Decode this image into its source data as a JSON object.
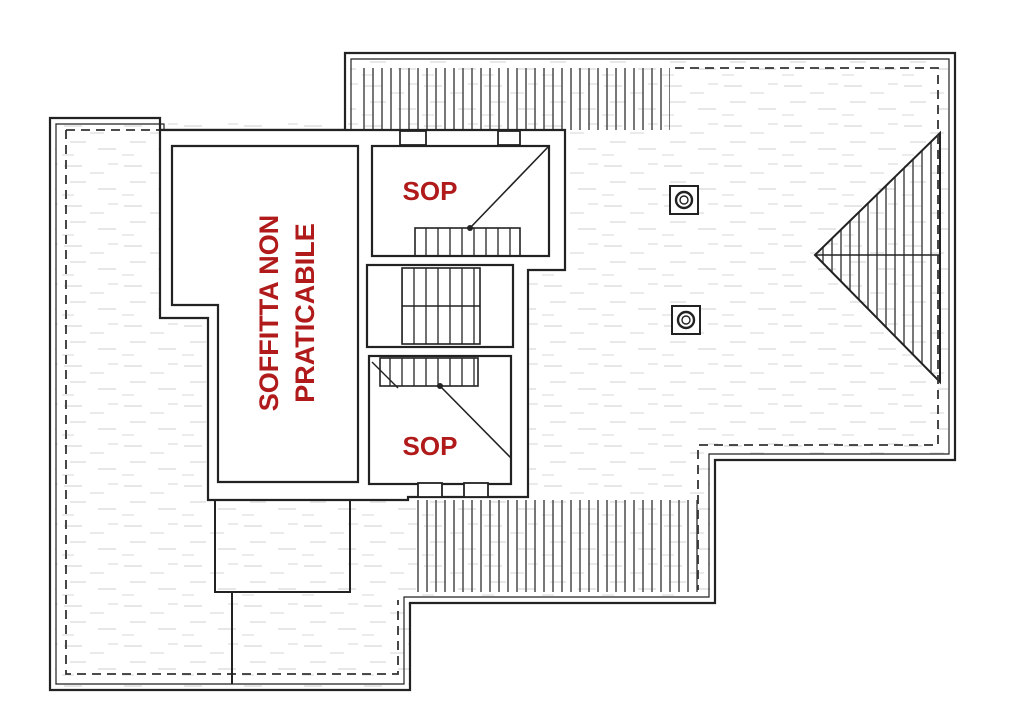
{
  "labels": {
    "sop_upper": "SOP",
    "sop_lower": "SOP",
    "soffitta_line1": "SOFFITTA NON",
    "soffitta_line2": "PRATICABILE"
  },
  "colors": {
    "line": "#222222",
    "hatch": "#555555",
    "dash": "#333333",
    "label": "#b01a1a",
    "noise": "#c9c9c9"
  }
}
